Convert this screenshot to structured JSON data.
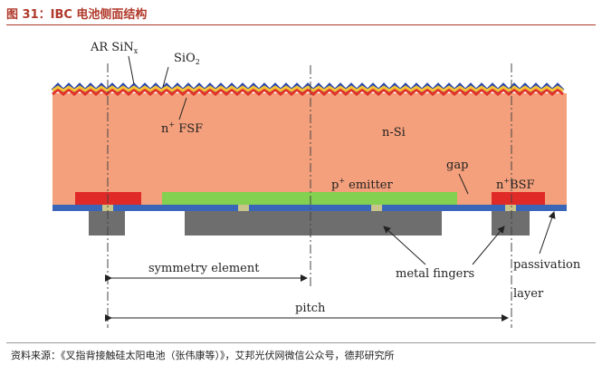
{
  "figure_title": "图 31：IBC 电池侧面结构",
  "source_note": "资料来源：《叉指背接触硅太阳电池（张伟康等）》，艾邦光伏网微信公众号，德邦研究所",
  "labels": {
    "ar": "AR SiN",
    "ar_sub": "x",
    "sio2": "SiO",
    "sio2_sub": "2",
    "fsf_pre": "n",
    "fsf_sup": "+",
    "fsf_post": " FSF",
    "nsi": "n-Si",
    "gap": "gap",
    "emitter_pre": "p",
    "emitter_sup": "+",
    "emitter_post": " emitter",
    "bsf_pre": "n",
    "bsf_sup": "+",
    "bsf_post": "BSF",
    "symmetry": "symmetry element",
    "metal": "metal fingers",
    "passivation": "passivation",
    "layer": "layer",
    "pitch": "pitch"
  },
  "colors": {
    "title": "#b0382a",
    "silicon": "#f4a07c",
    "sio2_wave": "#f2c23a",
    "sin_wave": "#2a48a8",
    "red_wave": "#e0342a",
    "bsf": "#e02a28",
    "emitter": "#84d050",
    "passivation": "#3a66b8",
    "metal": "#6e6e6e"
  }
}
